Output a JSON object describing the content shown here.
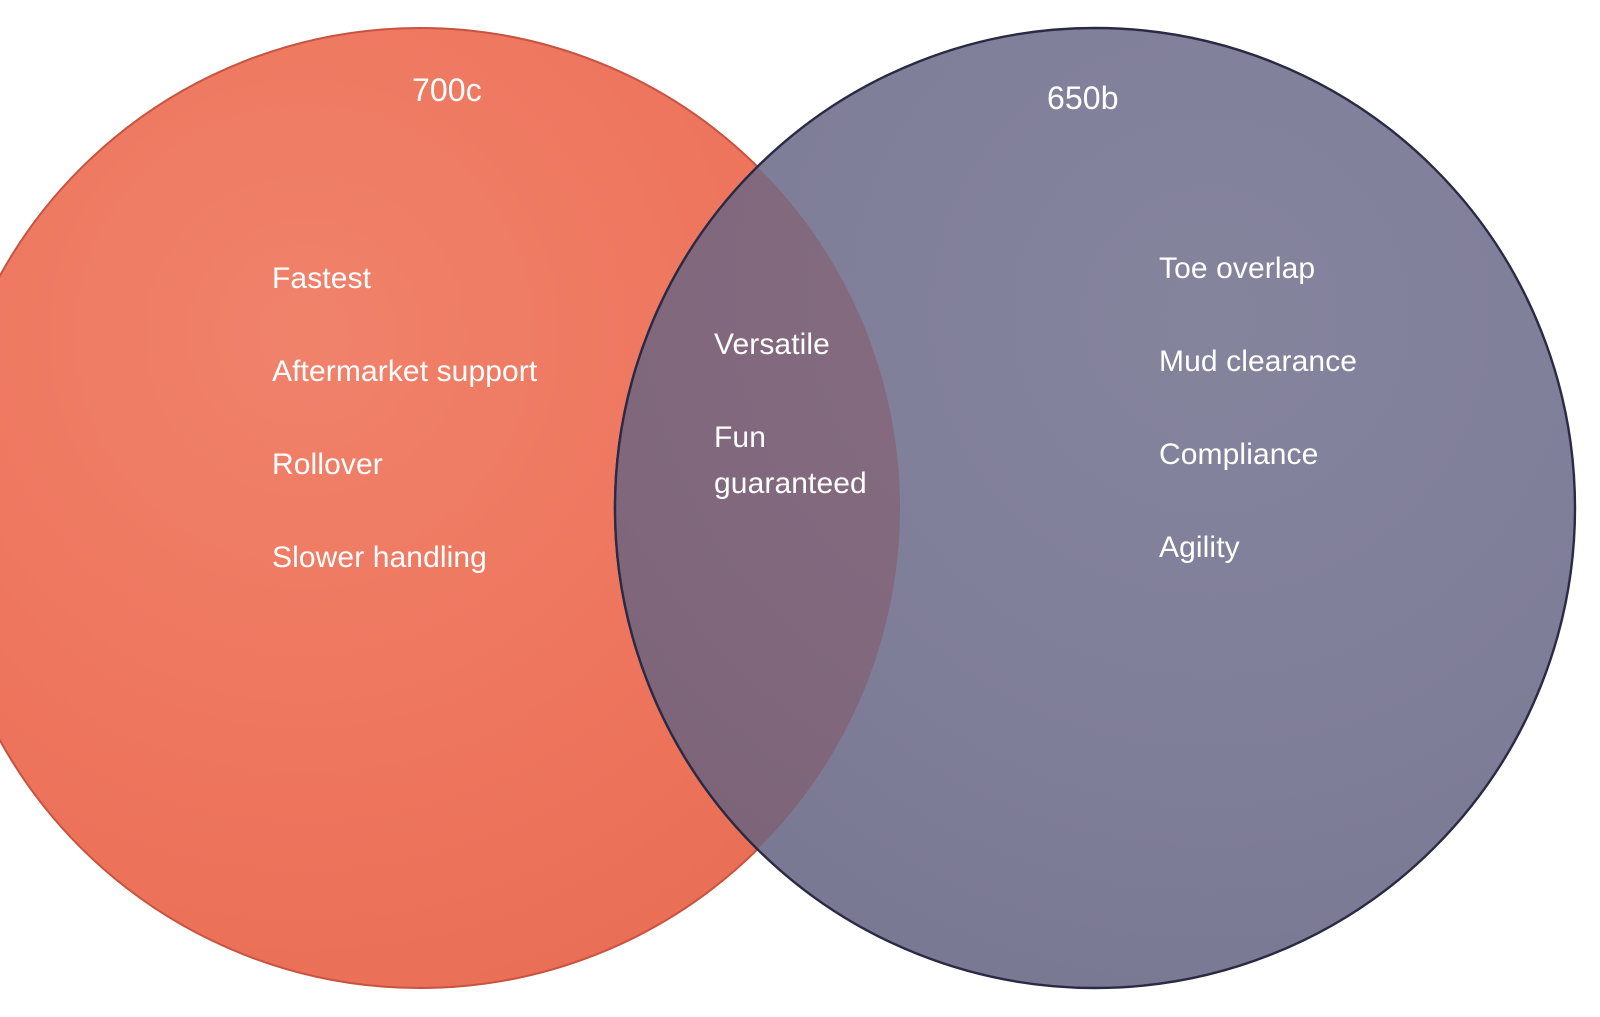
{
  "diagram": {
    "type": "venn",
    "sets": [
      {
        "id": "left",
        "label": "700c",
        "fill": "#EF755D",
        "stroke": "#C85340",
        "items": [
          "Fastest",
          "Aftermarket support",
          "Rollover",
          "Slower handling"
        ]
      },
      {
        "id": "right",
        "label": "650b",
        "fill": "#7F7E99",
        "stroke": "#2A2A45",
        "items": [
          "Toe overlap",
          "Mud clearance",
          "Compliance",
          "Agility"
        ]
      }
    ],
    "intersection": {
      "id": "center",
      "fill": "#80677C",
      "items": [
        "Versatile",
        "Fun guaranteed"
      ]
    },
    "background": "#FFFFFF",
    "text_color": "#FFFFFF"
  }
}
